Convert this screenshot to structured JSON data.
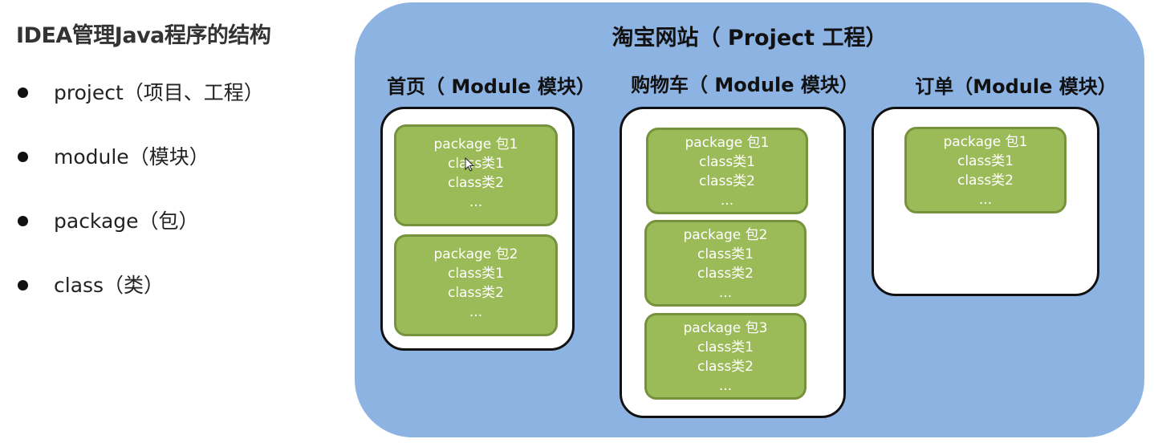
{
  "left_panel": {
    "title": "IDEA管理Java程序的结构",
    "items": [
      {
        "label": "project（项目、工程）"
      },
      {
        "label": "module（模块）"
      },
      {
        "label": "package（包）"
      },
      {
        "label": "class（类）"
      }
    ]
  },
  "diagram": {
    "project_title": "淘宝网站（ Project 工程）",
    "modules": [
      {
        "title": "首页（ Module 模块）",
        "packages": [
          {
            "name": "package 包1",
            "class1": "class类1",
            "class2": "class类2",
            "more": "..."
          },
          {
            "name": "package 包2",
            "class1": "class类1",
            "class2": "class类2",
            "more": "..."
          }
        ]
      },
      {
        "title": "购物车（ Module 模块）",
        "packages": [
          {
            "name": "package 包1",
            "class1": "class类1",
            "class2": "class类2",
            "more": "..."
          },
          {
            "name": "package 包2",
            "class1": "class类1",
            "class2": "class类2",
            "more": "..."
          },
          {
            "name": "package 包3",
            "class1": "class类1",
            "class2": "class类2",
            "more": "..."
          }
        ]
      },
      {
        "title": "订单（Module 模块）",
        "packages": [
          {
            "name": "package 包1",
            "class1": "class类1",
            "class2": "class类2",
            "more": "..."
          }
        ]
      }
    ]
  },
  "colors": {
    "project_fill": "#8db3e2",
    "module_fill": "#ffffff",
    "module_border": "#111111",
    "package_fill": "#9bbb59",
    "package_border": "#76923c",
    "package_text": "#ffffff"
  }
}
